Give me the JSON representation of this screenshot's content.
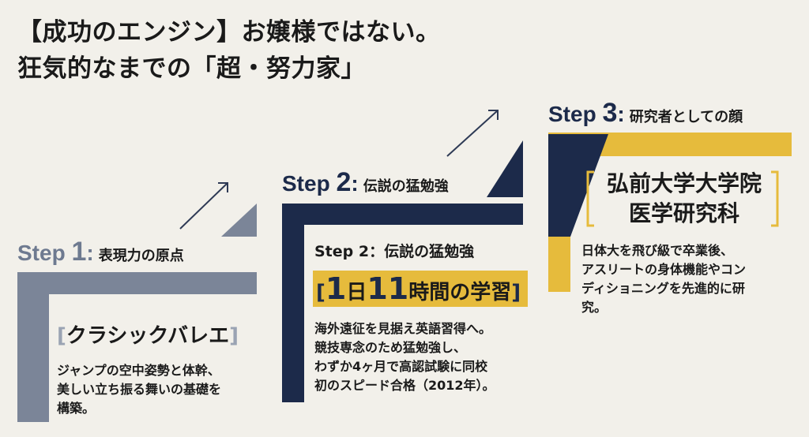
{
  "title": {
    "line1": "【成功のエンジン】お嬢様ではない。",
    "line2": "狂気的なまでの「超・努力家」"
  },
  "colors": {
    "background": "#f2f0ea",
    "step1": "#7b8598",
    "step2": "#1c2a4a",
    "step3": "#e6bb3c",
    "accent_gold": "#e6bb3c"
  },
  "steps": [
    {
      "prefix": "Step ",
      "number": "1",
      "colon": ":",
      "subtitle": "表現力の原点",
      "label_open": "[",
      "label": "クラシックバレエ",
      "label_close": "]",
      "body": "ジャンプの空中姿勢と体幹、\n美しい立ち振る舞いの基礎を\n構築。"
    },
    {
      "prefix": "Step ",
      "number": "2",
      "colon": ":",
      "subtitle": "伝説の猛勉強",
      "inner_heading": "Step 2：伝説の猛勉強",
      "highlight_open": "[",
      "highlight_d1": "1",
      "highlight_t1": "日",
      "highlight_d2": "11",
      "highlight_t2": "時間の学習",
      "highlight_close": "]",
      "body": "海外遠征を見据え英語習得へ。\n競技専念のため猛勉強し、\nわずか4ヶ月で高認試験に同校\n初のスピード合格（2012年）。"
    },
    {
      "prefix": "Step ",
      "number": "3",
      "colon": ":",
      "subtitle": "研究者としての顔",
      "label_line1": "弘前大学大学院",
      "label_line2": "医学研究科",
      "body": "日体大を飛び級で卒業後、\nアスリートの身体機能やコン\nディショニングを先進的に研\n究。"
    }
  ]
}
